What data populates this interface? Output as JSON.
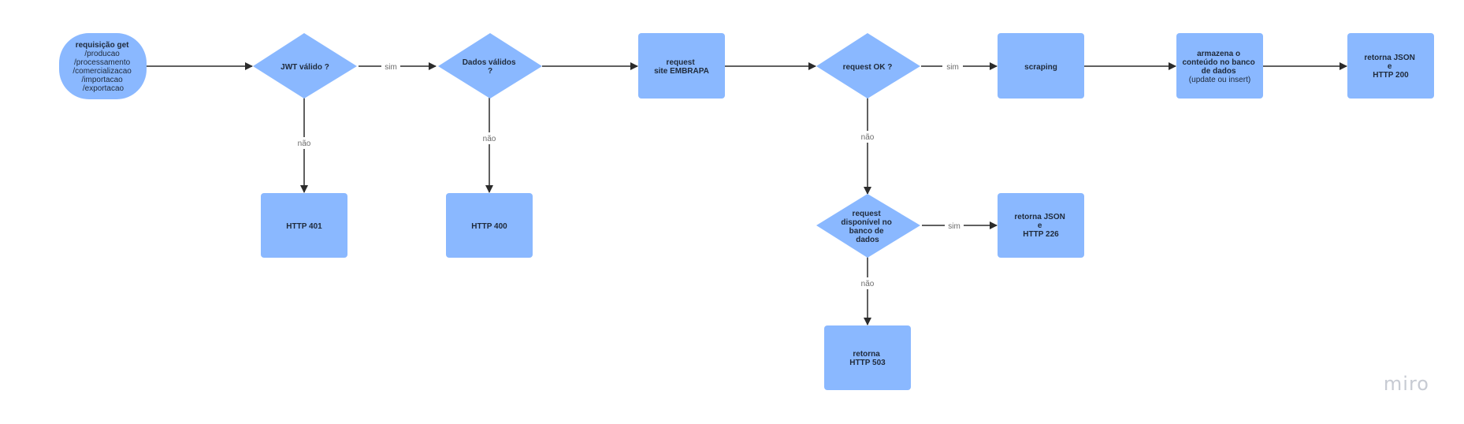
{
  "colors": {
    "node_fill": "#8ab8ff",
    "edge": "#2b2b2b",
    "label": "#6b6b6b",
    "watermark": "#c7cbd3"
  },
  "nodes": {
    "start": [
      "requisição get",
      "/producao",
      "/processamento",
      "/comercializacao",
      "/importacao",
      "/exportacao"
    ],
    "jwt": [
      "JWT válido ?"
    ],
    "dados": [
      "Dados válidos",
      "?"
    ],
    "request_site": [
      "request",
      "site EMBRAPA"
    ],
    "request_ok": [
      "request OK ?"
    ],
    "scraping": [
      "scraping"
    ],
    "armazena": [
      "armazena o",
      "conteúdo no banco",
      "de dados",
      "(update ou insert)"
    ],
    "retorna200": [
      "retorna JSON",
      "e",
      "HTTP 200"
    ],
    "http401": [
      "HTTP 401"
    ],
    "http400": [
      "HTTP 400"
    ],
    "disponivel": [
      "request",
      "disponível no",
      "banco de",
      "dados"
    ],
    "retorna226": [
      "retorna JSON",
      "e",
      "HTTP 226"
    ],
    "retorna503": [
      "retorna",
      "HTTP 503"
    ]
  },
  "edge_labels": {
    "jwt_sim": "sim",
    "jwt_nao": "não",
    "dados_nao": "não",
    "ok_sim": "sim",
    "ok_nao": "não",
    "disp_sim": "sim",
    "disp_nao": "não"
  },
  "watermark": "miro"
}
